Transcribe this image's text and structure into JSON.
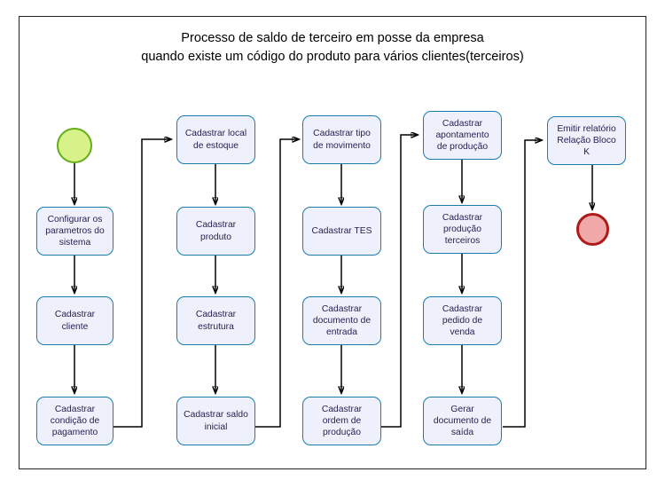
{
  "diagram": {
    "title": "Processo de saldo de terceiro em posse da empresa\nquando existe um código do produto para vários clientes(terceiros)",
    "title_line_1": "Processo de saldo de terceiro em posse da empresa",
    "title_line_2": "quando existe um código do produto para vários clientes(terceiros)",
    "type": "flowchart",
    "orientation": "column-serpentine",
    "colors": {
      "frame_border": "#232323",
      "node_border": "#1b7cab",
      "node_fill": "#eef0fc",
      "node_text": "#231f4e",
      "edge": "#000000",
      "start_fill": "#d7f289",
      "start_border": "#63ad18",
      "end_fill": "#f0a8a8",
      "end_border": "#ad1a1a",
      "background": "#ffffff"
    },
    "terminators": {
      "start": "start-node",
      "end": "end-node"
    },
    "columns": [
      {
        "index": 1,
        "nodes": [
          {
            "id": "n1",
            "label": "Configurar os\nparametros do\nsistema"
          },
          {
            "id": "n2",
            "label": "Cadastrar\ncliente"
          },
          {
            "id": "n3",
            "label": "Cadastrar\ncondição de\npagamento"
          }
        ]
      },
      {
        "index": 2,
        "nodes": [
          {
            "id": "n4",
            "label": "Cadastrar local\nde estoque"
          },
          {
            "id": "n5",
            "label": "Cadastrar\nproduto"
          },
          {
            "id": "n6",
            "label": "Cadastrar\nestrutura"
          },
          {
            "id": "n7",
            "label": "Cadastrar saldo\ninicial"
          }
        ]
      },
      {
        "index": 3,
        "nodes": [
          {
            "id": "n8",
            "label": "Cadastrar tipo\nde movimento"
          },
          {
            "id": "n9",
            "label": "Cadastrar TES"
          },
          {
            "id": "n10",
            "label": "Cadastrar\ndocumento de\nentrada"
          },
          {
            "id": "n11",
            "label": "Cadastrar\nordem de\nprodução"
          }
        ]
      },
      {
        "index": 4,
        "nodes": [
          {
            "id": "n12",
            "label": "Cadastrar\napontamento\nde produção"
          },
          {
            "id": "n13",
            "label": "Cadastrar\nprodução\nterceiros"
          },
          {
            "id": "n14",
            "label": "Cadastrar\npedido de\nvenda"
          },
          {
            "id": "n15",
            "label": "Gerar\ndocumento de\nsaída"
          }
        ]
      },
      {
        "index": 5,
        "nodes": [
          {
            "id": "n16",
            "label": "Emitir relatório\nRelação Bloco\nK"
          }
        ]
      }
    ]
  }
}
